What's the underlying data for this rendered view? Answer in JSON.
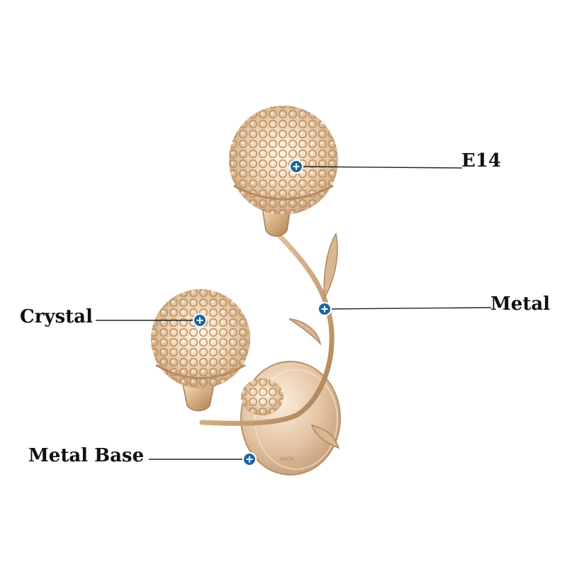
{
  "callouts": {
    "e14": "E14",
    "metal": "Metal",
    "crystal": "Crystal",
    "metal_base": "Metal Base"
  },
  "icons": {
    "callout_marker": "plus-circle-icon"
  },
  "colors": {
    "marker_fill": "#1e64a0",
    "gold": "#c9a26a",
    "label_text": "#111111",
    "leader_line": "#222222"
  }
}
